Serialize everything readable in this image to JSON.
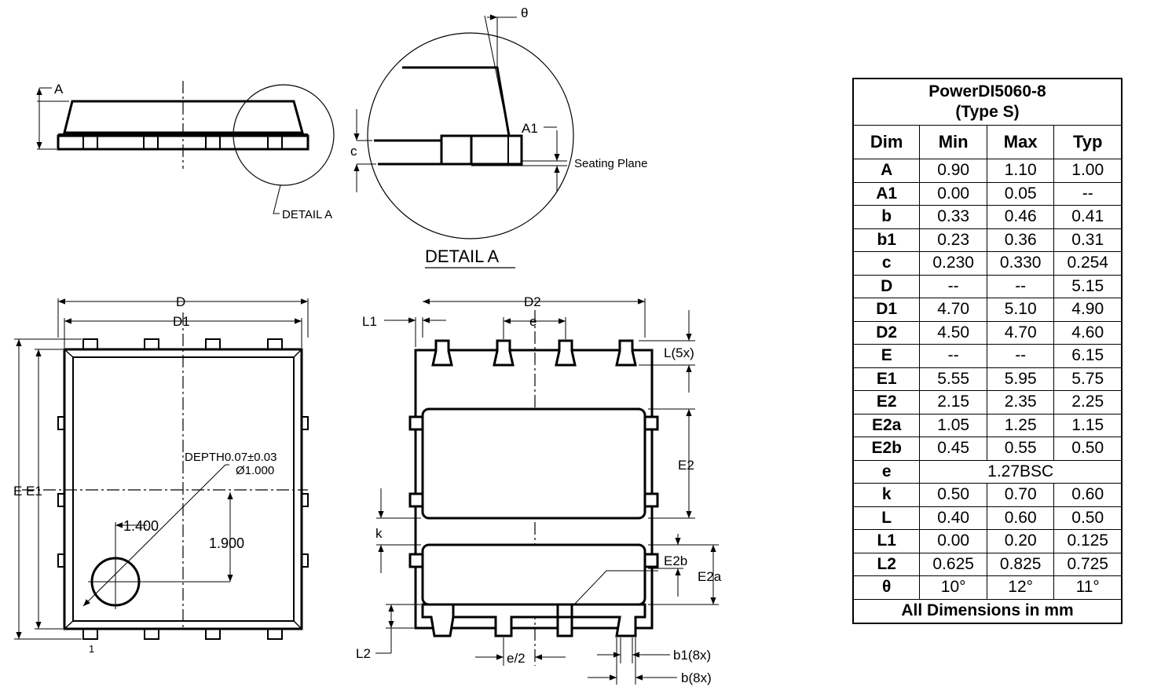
{
  "labels": {
    "A": "A",
    "theta": "θ",
    "A1": "A1",
    "c": "c",
    "seating_plane": "Seating Plane",
    "detail_a": "DETAIL A",
    "detail_a_title": "DETAIL A",
    "D": "D",
    "D1": "D1",
    "E_E1": "E E1",
    "depth": "DEPTH0.07±0.03",
    "diameter": "Ø1.000",
    "dim_1400": "1.400",
    "dim_1900": "1.900",
    "pin1": "1",
    "D2": "D2",
    "L1": "L1",
    "e": "e",
    "L5x": "L(5x)",
    "E2": "E2",
    "k": "k",
    "E2b": "E2b",
    "E2a": "E2a",
    "L2": "L2",
    "e_half": "e/2",
    "b1_8x": "b1(8x)",
    "b_8x": "b(8x)"
  },
  "table": {
    "title_line1": "PowerDI5060-8",
    "title_line2": "(Type S)",
    "headers": [
      "Dim",
      "Min",
      "Max",
      "Typ"
    ],
    "rows": [
      [
        "A",
        "0.90",
        "1.10",
        "1.00"
      ],
      [
        "A1",
        "0.00",
        "0.05",
        "--"
      ],
      [
        "b",
        "0.33",
        "0.46",
        "0.41"
      ],
      [
        "b1",
        "0.23",
        "0.36",
        "0.31"
      ],
      [
        "c",
        "0.230",
        "0.330",
        "0.254"
      ],
      [
        "D",
        "--",
        "--",
        "5.15"
      ],
      [
        "D1",
        "4.70",
        "5.10",
        "4.90"
      ],
      [
        "D2",
        "4.50",
        "4.70",
        "4.60"
      ],
      [
        "E",
        "--",
        "--",
        "6.15"
      ],
      [
        "E1",
        "5.55",
        "5.95",
        "5.75"
      ],
      [
        "E2",
        "2.15",
        "2.35",
        "2.25"
      ],
      [
        "E2a",
        "1.05",
        "1.25",
        "1.15"
      ],
      [
        "E2b",
        "0.45",
        "0.55",
        "0.50"
      ],
      [
        "e",
        "1.27BSC"
      ],
      [
        "k",
        "0.50",
        "0.70",
        "0.60"
      ],
      [
        "L",
        "0.40",
        "0.60",
        "0.50"
      ],
      [
        "L1",
        "0.00",
        "0.20",
        "0.125"
      ],
      [
        "L2",
        "0.625",
        "0.825",
        "0.725"
      ],
      [
        "θ",
        "10°",
        "12°",
        "11°"
      ]
    ],
    "footer": "All Dimensions in mm"
  }
}
